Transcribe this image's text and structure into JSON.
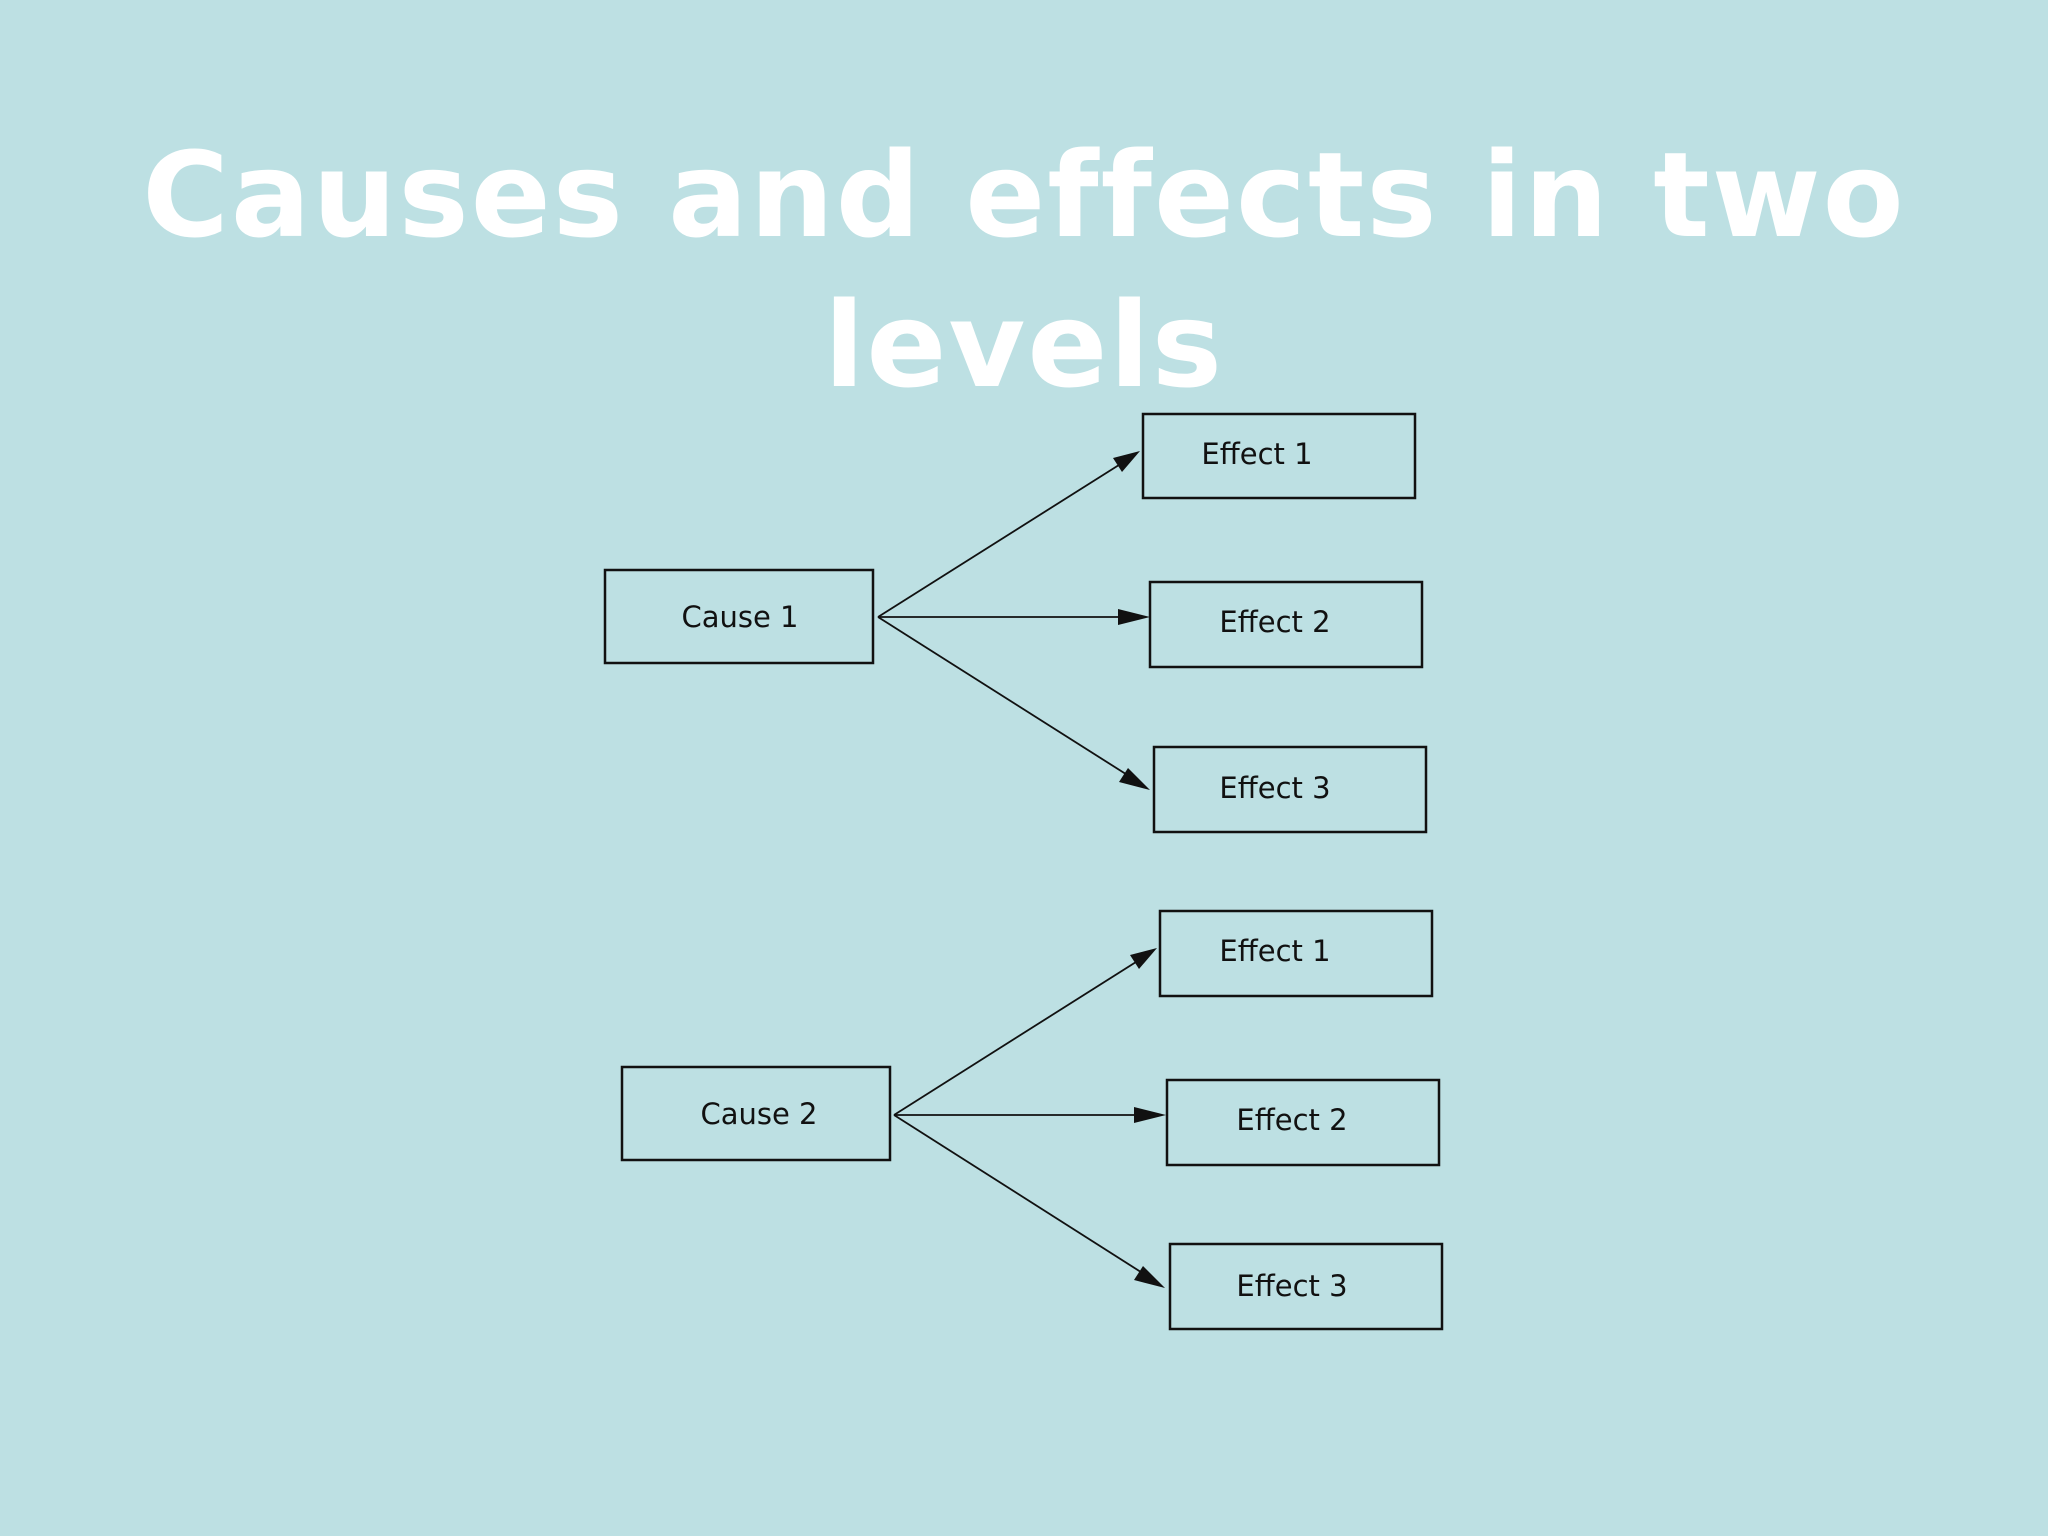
{
  "slide": {
    "title": "Causes and effects in two levels",
    "background_color": "#bde0e3",
    "title_color": "#ffffff"
  },
  "diagram": {
    "groups": [
      {
        "cause": "Cause 1",
        "effects": [
          "Effect 1",
          "Effect 2",
          "Effect 3"
        ]
      },
      {
        "cause": "Cause 2",
        "effects": [
          "Effect 1",
          "Effect 2",
          "Effect 3"
        ]
      }
    ],
    "edge_style": "arrow",
    "line_color": "#111111"
  }
}
